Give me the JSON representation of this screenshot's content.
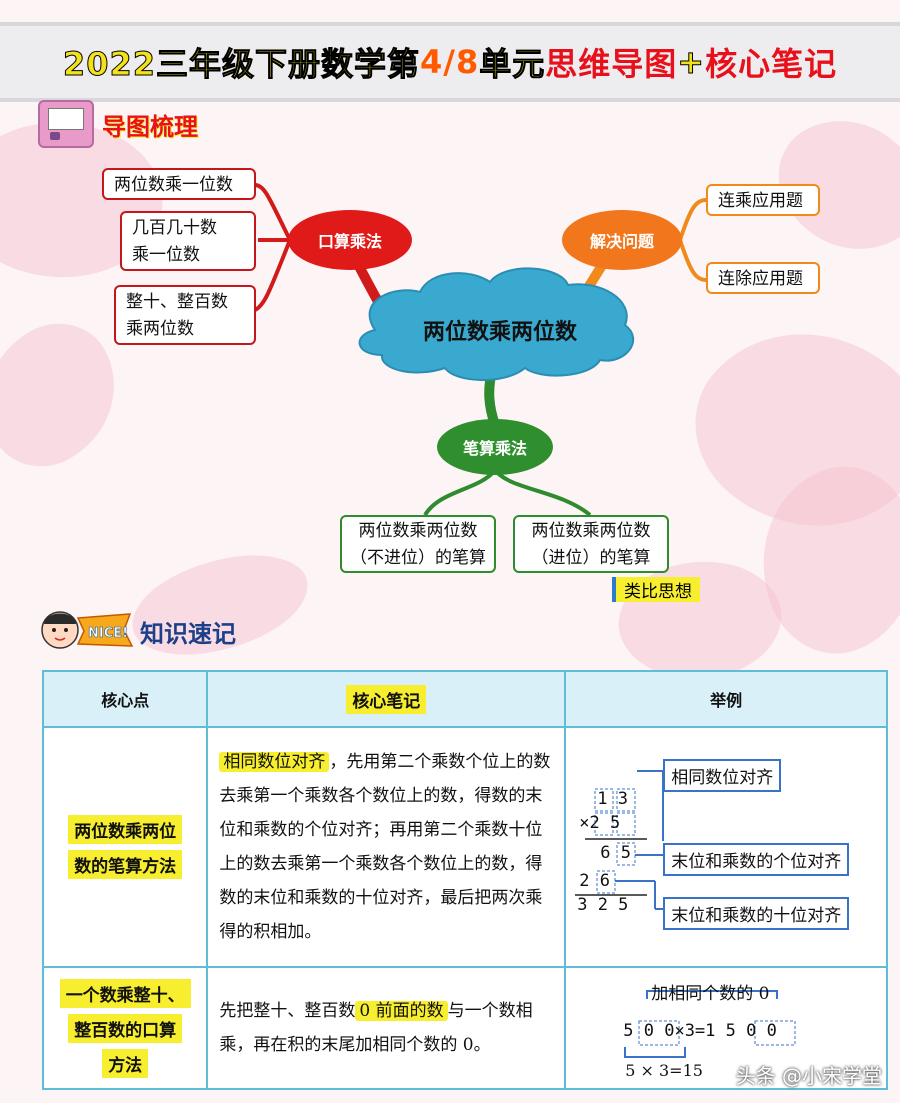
{
  "title": {
    "part1": "2022三年级下册数学第",
    "part2": "4/8",
    "part3": "单元",
    "part4": "思维导图",
    "part5": "+",
    "part6": "核心笔记"
  },
  "section1": {
    "label": "导图梳理"
  },
  "section2": {
    "label": "知识速记",
    "badge": "NICE!"
  },
  "mindmap": {
    "center": "两位数乘两位数",
    "left": {
      "label": "口算乘法",
      "items": [
        "两位数乘一位数",
        "几百几十数\n乘一位数",
        "整十、整百数\n乘两位数"
      ]
    },
    "right": {
      "label": "解决问题",
      "items": [
        "连乘应用题",
        "连除应用题"
      ]
    },
    "bottom": {
      "label": "笔算乘法",
      "items": [
        "两位数乘两位数\n（不进位）的笔算",
        "两位数乘两位数\n（进位）的笔算"
      ],
      "tag": "类比思想"
    }
  },
  "table": {
    "headers": [
      "核心点",
      "核心笔记",
      "举例"
    ],
    "row1": {
      "key_a": "两位数乘两位",
      "key_b": "数的笔算方法",
      "hl": "相同数位对齐",
      "text": "，先用第二个乘数个位上的数去乘第一个乘数各个数位上的数，得数的末位和乘数的个位对齐；再用第二个乘数十位上的数去乘第一个乘数各个数位上的数，得数的末位和乘数的十位对齐，最后把两次乘得的积相加。",
      "ex_line1": "1 3",
      "ex_line2": "×2 5",
      "ex_line3": "6 5",
      "ex_line4": "2 6",
      "ex_line5": "3 2 5",
      "note1": "相同数位对齐",
      "note2": "末位和乘数的个位对齐",
      "note3": "末位和乘数的十位对齐"
    },
    "row2": {
      "key_a": "一个数乘整十、",
      "key_b": "整百数的口算",
      "key_c": "方法",
      "text_a": "先把整十、整百数",
      "hl": "0 前面的数",
      "text_b": "与一个数相乘，再在积的末尾加相同个数的 0。",
      "ex_title": "加相同个数的 0",
      "ex_left_a": "5",
      "ex_left_b": "0 0",
      "ex_mid": "×3=1",
      "ex_right_a": "5",
      "ex_right_b": "0 0",
      "ex_bottom": "5 × 3=15"
    }
  },
  "watermark": "头条 @小宋学堂"
}
